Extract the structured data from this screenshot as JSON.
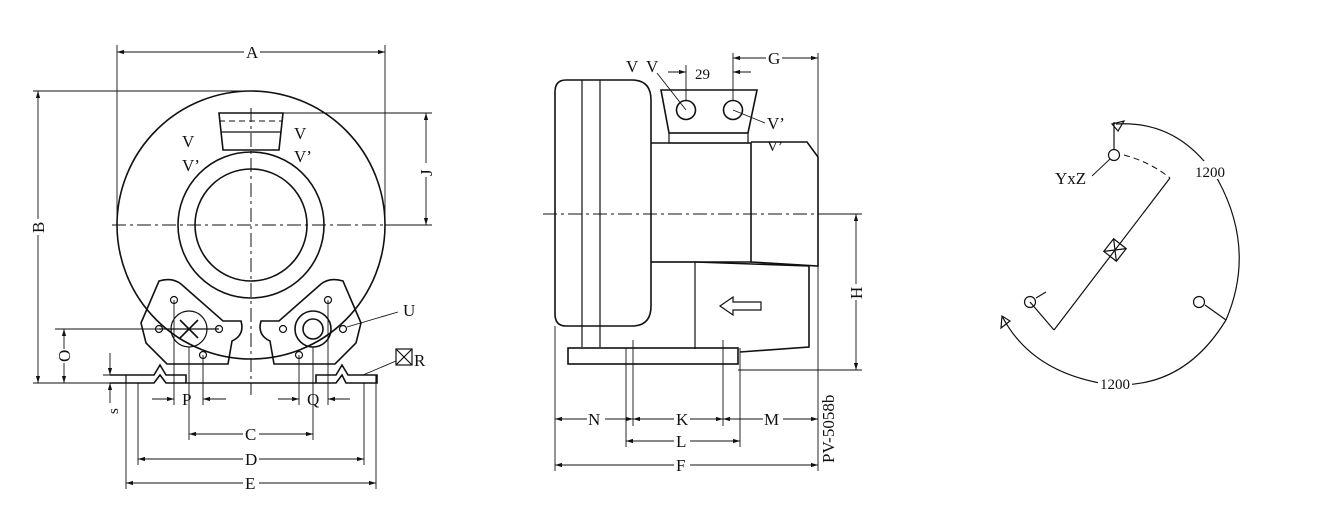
{
  "front_view": {
    "dim_a": "A",
    "dim_b": "B",
    "dim_c": "C",
    "dim_d": "D",
    "dim_e": "E",
    "dim_j": "J",
    "dim_o": "O",
    "dim_p": "P",
    "dim_q": "Q",
    "dim_s": "s",
    "dim_u": "U",
    "dim_r": "R",
    "port_v_left": "V",
    "port_v_right": "V",
    "port_vp_left": "V’",
    "port_vp_right": "V’"
  },
  "side_view": {
    "port_v_1": "V",
    "port_v_2": "V",
    "port_vp": "V’",
    "port_vp_2": "V’",
    "dim_29": "29",
    "dim_f": "F",
    "dim_g": "G",
    "dim_h": "H",
    "dim_k": "K",
    "dim_l": "L",
    "dim_m": "M",
    "dim_n": "N",
    "model_code": "PV-5058b"
  },
  "top_view": {
    "label_yxz": "YxZ",
    "dim_1200_top": "1200",
    "dim_1200_bottom": "1200"
  }
}
